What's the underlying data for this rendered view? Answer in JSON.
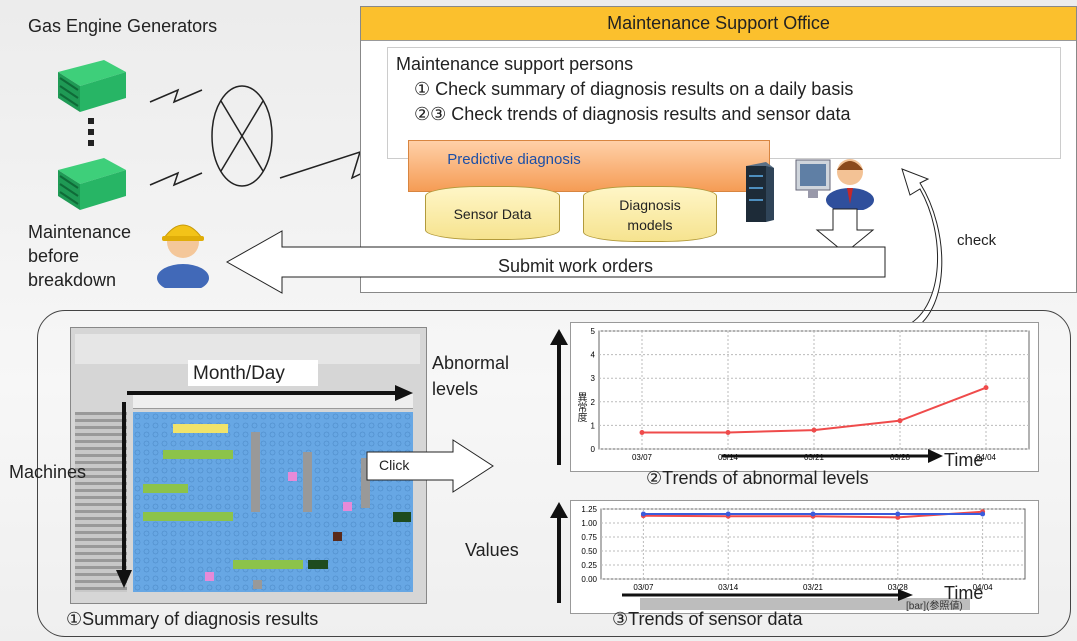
{
  "left": {
    "generators_title": "Gas Engine Generators",
    "maintenance_label": "Maintenance\nbefore\nbreakdown"
  },
  "office": {
    "title": "Maintenance Support Office",
    "persons": "Maintenance support persons",
    "step1": "① Check summary of diagnosis results on a daily basis",
    "step23": "②③ Check trends of diagnosis results and sensor data",
    "predictive": "Predictive diagnosis",
    "sensor_data": "Sensor Data",
    "diagnosis_models": "Diagnosis\nmodels",
    "submit": "Submit work orders",
    "check": "check"
  },
  "bottom": {
    "month_day": "Month/Day",
    "machines": "Machines",
    "click": "Click",
    "abnormal_levels": "Abnormal\nlevels",
    "values": "Values",
    "caption1": "①Summary of diagnosis results",
    "caption2": "②Trends of abnormal levels",
    "caption3": "③Trends of sensor data",
    "time1": "Time",
    "time2": "Time",
    "legend_mid": "[bar](参照値)",
    "ylabel_jp": "異常度"
  },
  "chart_data": [
    {
      "type": "line",
      "x": [
        "03/07",
        "03/14",
        "03/21",
        "03/28",
        "04/04"
      ],
      "xlabel": "Time",
      "ylim": [
        0,
        5
      ],
      "yticks": [
        0,
        1,
        2,
        3,
        4,
        5
      ],
      "series": [
        {
          "values": [
            0.7,
            0.7,
            0.8,
            1.2,
            2.6
          ]
        }
      ]
    },
    {
      "type": "line",
      "x": [
        "03/07",
        "03/14",
        "03/21",
        "03/28",
        "04/04"
      ],
      "xlabel": "Time",
      "ylim": [
        0.0,
        1.25
      ],
      "yticks": [
        "0.00",
        "0.25",
        "0.50",
        "0.75",
        "1.00",
        "1.25"
      ],
      "series": [
        {
          "values": [
            1.13,
            1.12,
            1.12,
            1.1,
            1.2
          ]
        },
        {
          "values": [
            1.16,
            1.16,
            1.16,
            1.16,
            1.16
          ]
        }
      ]
    }
  ]
}
